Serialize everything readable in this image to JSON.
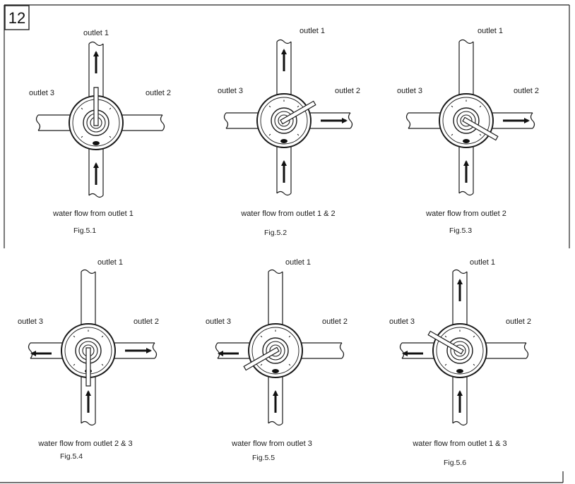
{
  "step_number": "12",
  "figures": [
    {
      "id": "5.1",
      "outlet1": "outlet 1",
      "outlet2": "outlet 2",
      "outlet3": "outlet 3",
      "caption": "water flow from outlet 1",
      "fig_label": "Fig.5.1",
      "handle_angle_deg": -90,
      "flow": {
        "outlet1": true,
        "outlet2": false,
        "outlet3": false
      }
    },
    {
      "id": "5.2",
      "outlet1": "outlet 1",
      "outlet2": "outlet 2",
      "outlet3": "outlet 3",
      "caption": "water flow from outlet 1 & 2",
      "fig_label": "Fig.5.2",
      "handle_angle_deg": -30,
      "flow": {
        "outlet1": true,
        "outlet2": true,
        "outlet3": false
      }
    },
    {
      "id": "5.3",
      "outlet1": "outlet 1",
      "outlet2": "outlet 2",
      "outlet3": "outlet 3",
      "caption": "water flow from outlet 2",
      "fig_label": "Fig.5.3",
      "handle_angle_deg": 30,
      "flow": {
        "outlet1": false,
        "outlet2": true,
        "outlet3": false
      }
    },
    {
      "id": "5.4",
      "outlet1": "outlet 1",
      "outlet2": "outlet 2",
      "outlet3": "outlet 3",
      "caption": "water flow from outlet 2 & 3",
      "fig_label": "Fig.5.4",
      "handle_angle_deg": 90,
      "flow": {
        "outlet1": false,
        "outlet2": true,
        "outlet3": true
      }
    },
    {
      "id": "5.5",
      "outlet1": "outlet 1",
      "outlet2": "outlet 2",
      "outlet3": "outlet 3",
      "caption": "water flow from outlet 3",
      "fig_label": "Fig.5.5",
      "handle_angle_deg": 150,
      "flow": {
        "outlet1": false,
        "outlet2": false,
        "outlet3": true
      }
    },
    {
      "id": "5.6",
      "outlet1": "outlet 1",
      "outlet2": "outlet 2",
      "outlet3": "outlet 3",
      "caption": "water flow from outlet 1 & 3",
      "fig_label": "Fig.5.6",
      "handle_angle_deg": -150,
      "flow": {
        "outlet1": true,
        "outlet2": false,
        "outlet3": true
      }
    }
  ]
}
